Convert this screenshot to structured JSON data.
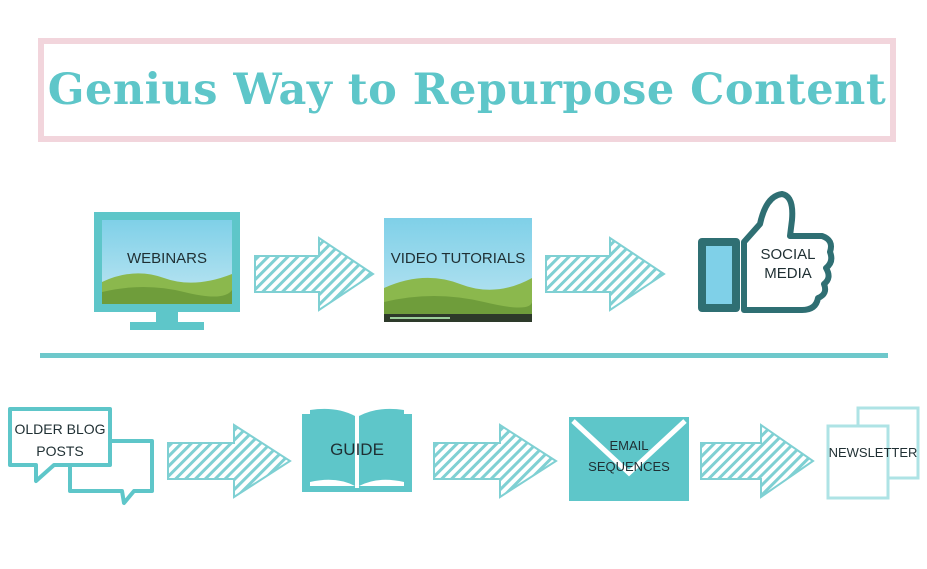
{
  "title": "Genius Way to Repurpose Content",
  "colors": {
    "accent": "#5ec6c9",
    "title_border": "#f2d5dc",
    "dark_teal": "#2f6f73",
    "arrow_hatch": "#7fd0d3"
  },
  "row1": {
    "webinars": "WEBINARS",
    "video_tutorials": "VIDEO TUTORIALS",
    "social_media_line1": "SOCIAL",
    "social_media_line2": "MEDIA"
  },
  "row2": {
    "older_blog_line1": "OLDER BLOG",
    "older_blog_line2": "POSTS",
    "guide": "GUIDE",
    "email_line1": "EMAIL",
    "email_line2": "SEQUENCES",
    "newsletter": "NEWSLETTER"
  },
  "icons": [
    "monitor-icon",
    "video-frame-icon",
    "thumbs-up-icon",
    "speech-bubbles-icon",
    "open-book-icon",
    "envelope-icon",
    "papers-icon",
    "hatched-arrow-icon"
  ]
}
